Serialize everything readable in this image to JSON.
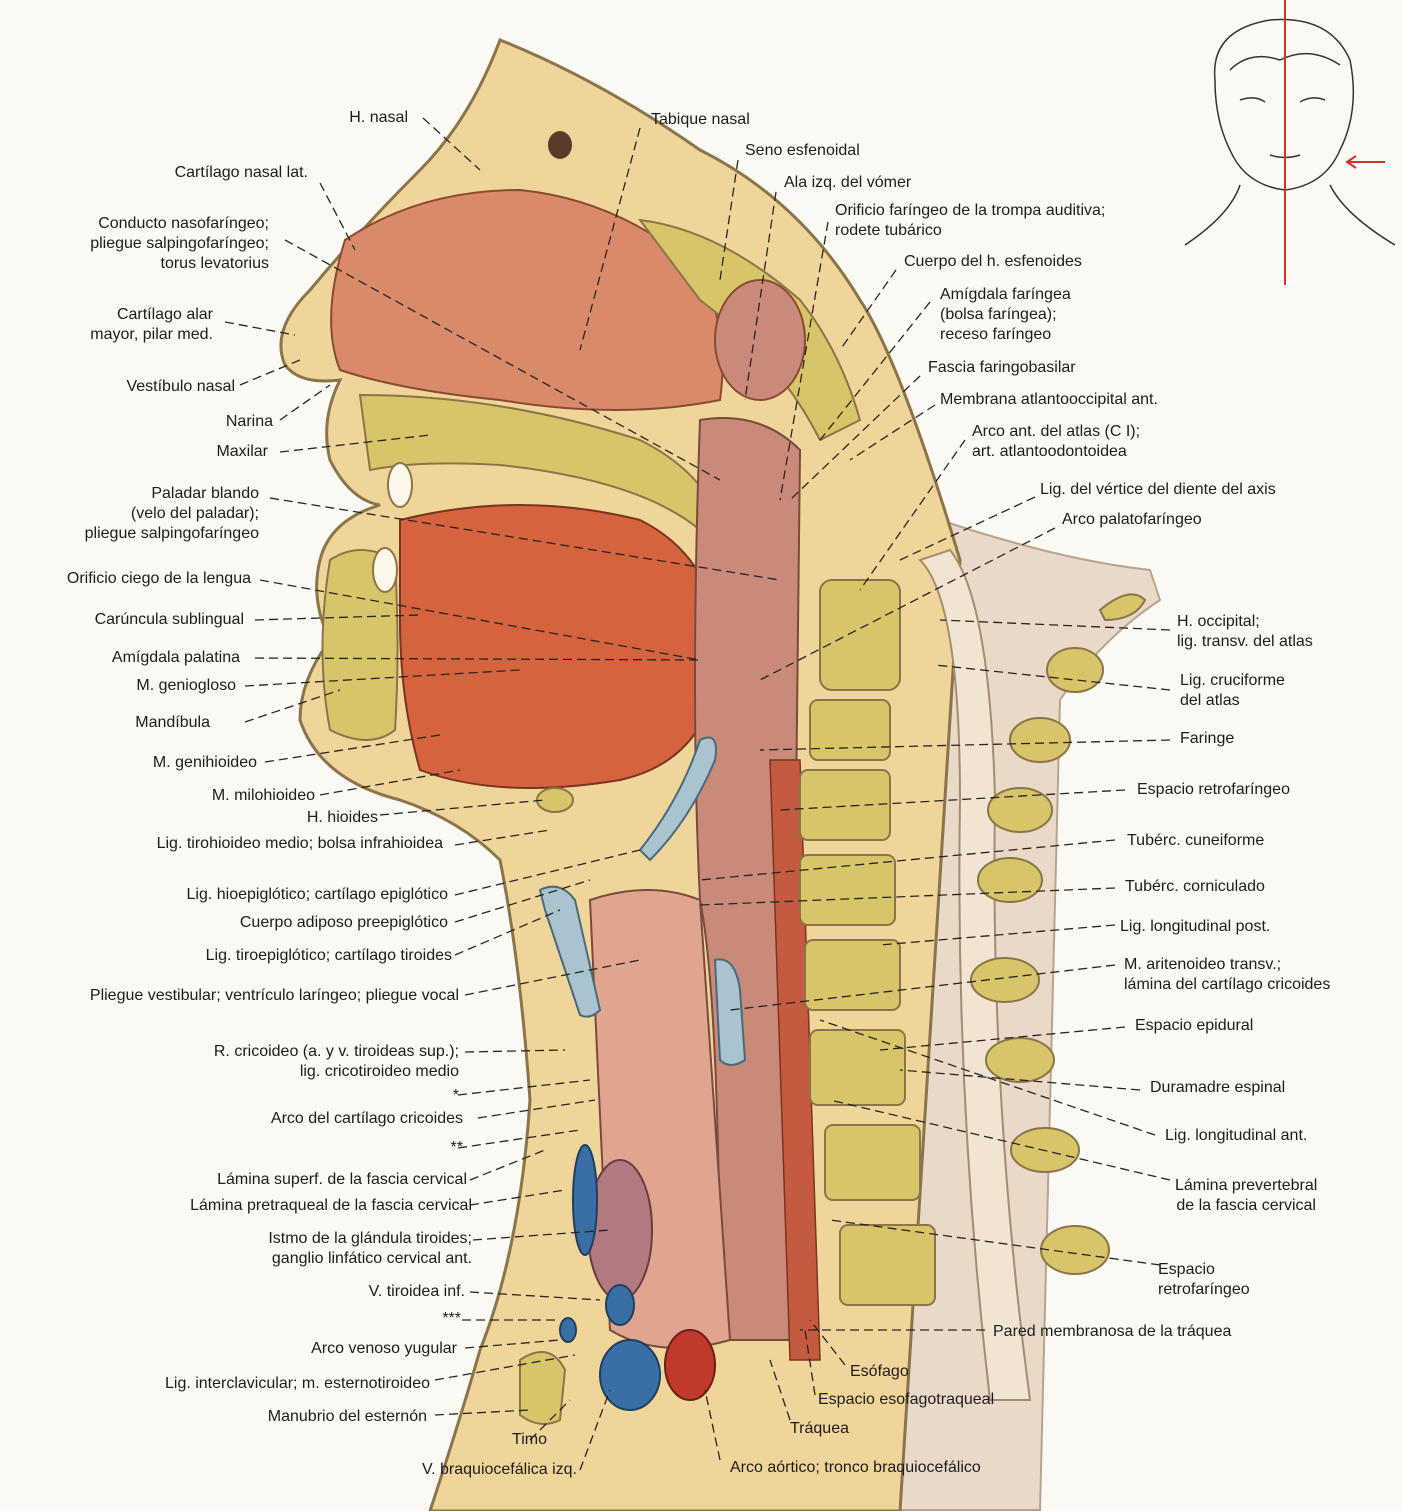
{
  "colors": {
    "background": "#fbf9f4",
    "skin": "#efd59a",
    "bone": "#d8c56a",
    "cavity": "#d98a6a",
    "muscle": "#d4633e",
    "vein": "#3a6fa6",
    "artery": "#c0392b",
    "cartilage": "#a9c3cf",
    "mucosa": "#c98a7a",
    "reference_line": "#d0302a"
  },
  "labels": {
    "h_nasal": "H. nasal",
    "tabique_nasal": "Tabique nasal",
    "seno_esfenoidal": "Seno esfenoidal",
    "ala_vomer": "Ala izq. del vómer",
    "orificio_faringeo": "Orificio faríngeo de la trompa auditiva;\nrodete tubárico",
    "cuerpo_esfenoides": "Cuerpo del h. esfenoides",
    "amigdala_faringea": "Amígdala faríngea\n(bolsa faríngea);\nreceso faríngeo",
    "fascia_faringobasilar": "Fascia faringobasilar",
    "membrana_atlantooccipital": "Membrana atlantooccipital ant.",
    "arco_ant_atlas": "Arco ant. del atlas (C I);\nart. atlantoodontoidea",
    "lig_vertice": "Lig. del vértice del diente del axis",
    "arco_palatofaringeo": "Arco palatofaríngeo",
    "h_occipital": "H. occipital;\nlig. transv. del atlas",
    "lig_cruciforme": "Lig. cruciforme\ndel atlas",
    "faringe": "Faringe",
    "espacio_retrofaringeo_1": "Espacio retrofaríngeo",
    "tuberc_cuneiforme": "Tubérc. cuneiforme",
    "tuberc_corniculado": "Tubérc. corniculado",
    "lig_long_post": "Lig. longitudinal post.",
    "m_aritenoideo": "M. aritenoideo transv.;\nlámina del cartílago cricoides",
    "espacio_epidural": "Espacio epidural",
    "duramadre": "Duramadre espinal",
    "lig_long_ant": "Lig. longitudinal ant.",
    "lamina_prevertebral": "Lámina prevertebral\nde la fascia cervical",
    "espacio_retrofaringeo_2": "Espacio\nretrofaríngeo",
    "pared_membranosa": "Pared membranosa de la tráquea",
    "esofago": "Esófago",
    "espacio_esofagotraqueal": "Espacio esofagotraqueal",
    "traquea": "Tráquea",
    "arco_aortico": "Arco aórtico; tronco braquiocefálico",
    "v_braquiocefalica": "V. braquiocefálica izq.",
    "timo": "Timo",
    "cartilago_nasal_lat": "Cartílago nasal lat.",
    "conducto_nasofaringeo": "Conducto nasofaríngeo;\npliegue salpingofaríngeo;\ntorus levatorius",
    "cartilago_alar": "Cartílago alar\nmayor, pilar med.",
    "vestibulo_nasal": "Vestíbulo nasal",
    "narina": "Narina",
    "maxilar": "Maxilar",
    "paladar_blando": "Paladar blando\n(velo del paladar);\npliegue salpingofaríngeo",
    "orificio_ciego": "Orificio ciego de la lengua",
    "caruncula": "Carúncula sublingual",
    "amigdala_palatina": "Amígdala palatina",
    "m_geniogloso": "M. geniogloso",
    "mandibula": "Mandíbula",
    "m_genihioideo": "M. genihioideo",
    "m_milohioideo": "M. milohioideo",
    "h_hioides": "H. hioides",
    "lig_tirohioideo": "Lig. tirohioideo medio; bolsa infrahioidea",
    "lig_hioepiglotico": "Lig. hioepiglótico; cartílago epiglótico",
    "cuerpo_adiposo": "Cuerpo adiposo preepiglótico",
    "lig_tiroepiglotico": "Lig. tiroepiglótico; cartílago tiroides",
    "pliegue_vestibular": "Pliegue vestibular; ventrículo laríngeo; pliegue vocal",
    "r_cricoideo": "R. cricoideo (a. y v. tiroideas sup.);\nlig. cricotiroideo medio",
    "asterisk_1": "*",
    "arco_cricoides": "Arco del cartílago cricoides",
    "asterisk_2": "**",
    "lamina_superf": "Lámina superf. de la fascia cervical",
    "lamina_pretraqueal": "Lámina pretraqueal de la fascia cervical",
    "istmo_tiroides": "Istmo de la glándula tiroides;\nganglio linfático cervical ant.",
    "v_tiroidea_inf": "V. tiroidea inf.",
    "asterisk_3": "***",
    "arco_venoso": "Arco venoso yugular",
    "lig_interclavicular": "Lig. interclavicular; m. esternotiroideo",
    "manubrio": "Manubrio del esternón"
  }
}
